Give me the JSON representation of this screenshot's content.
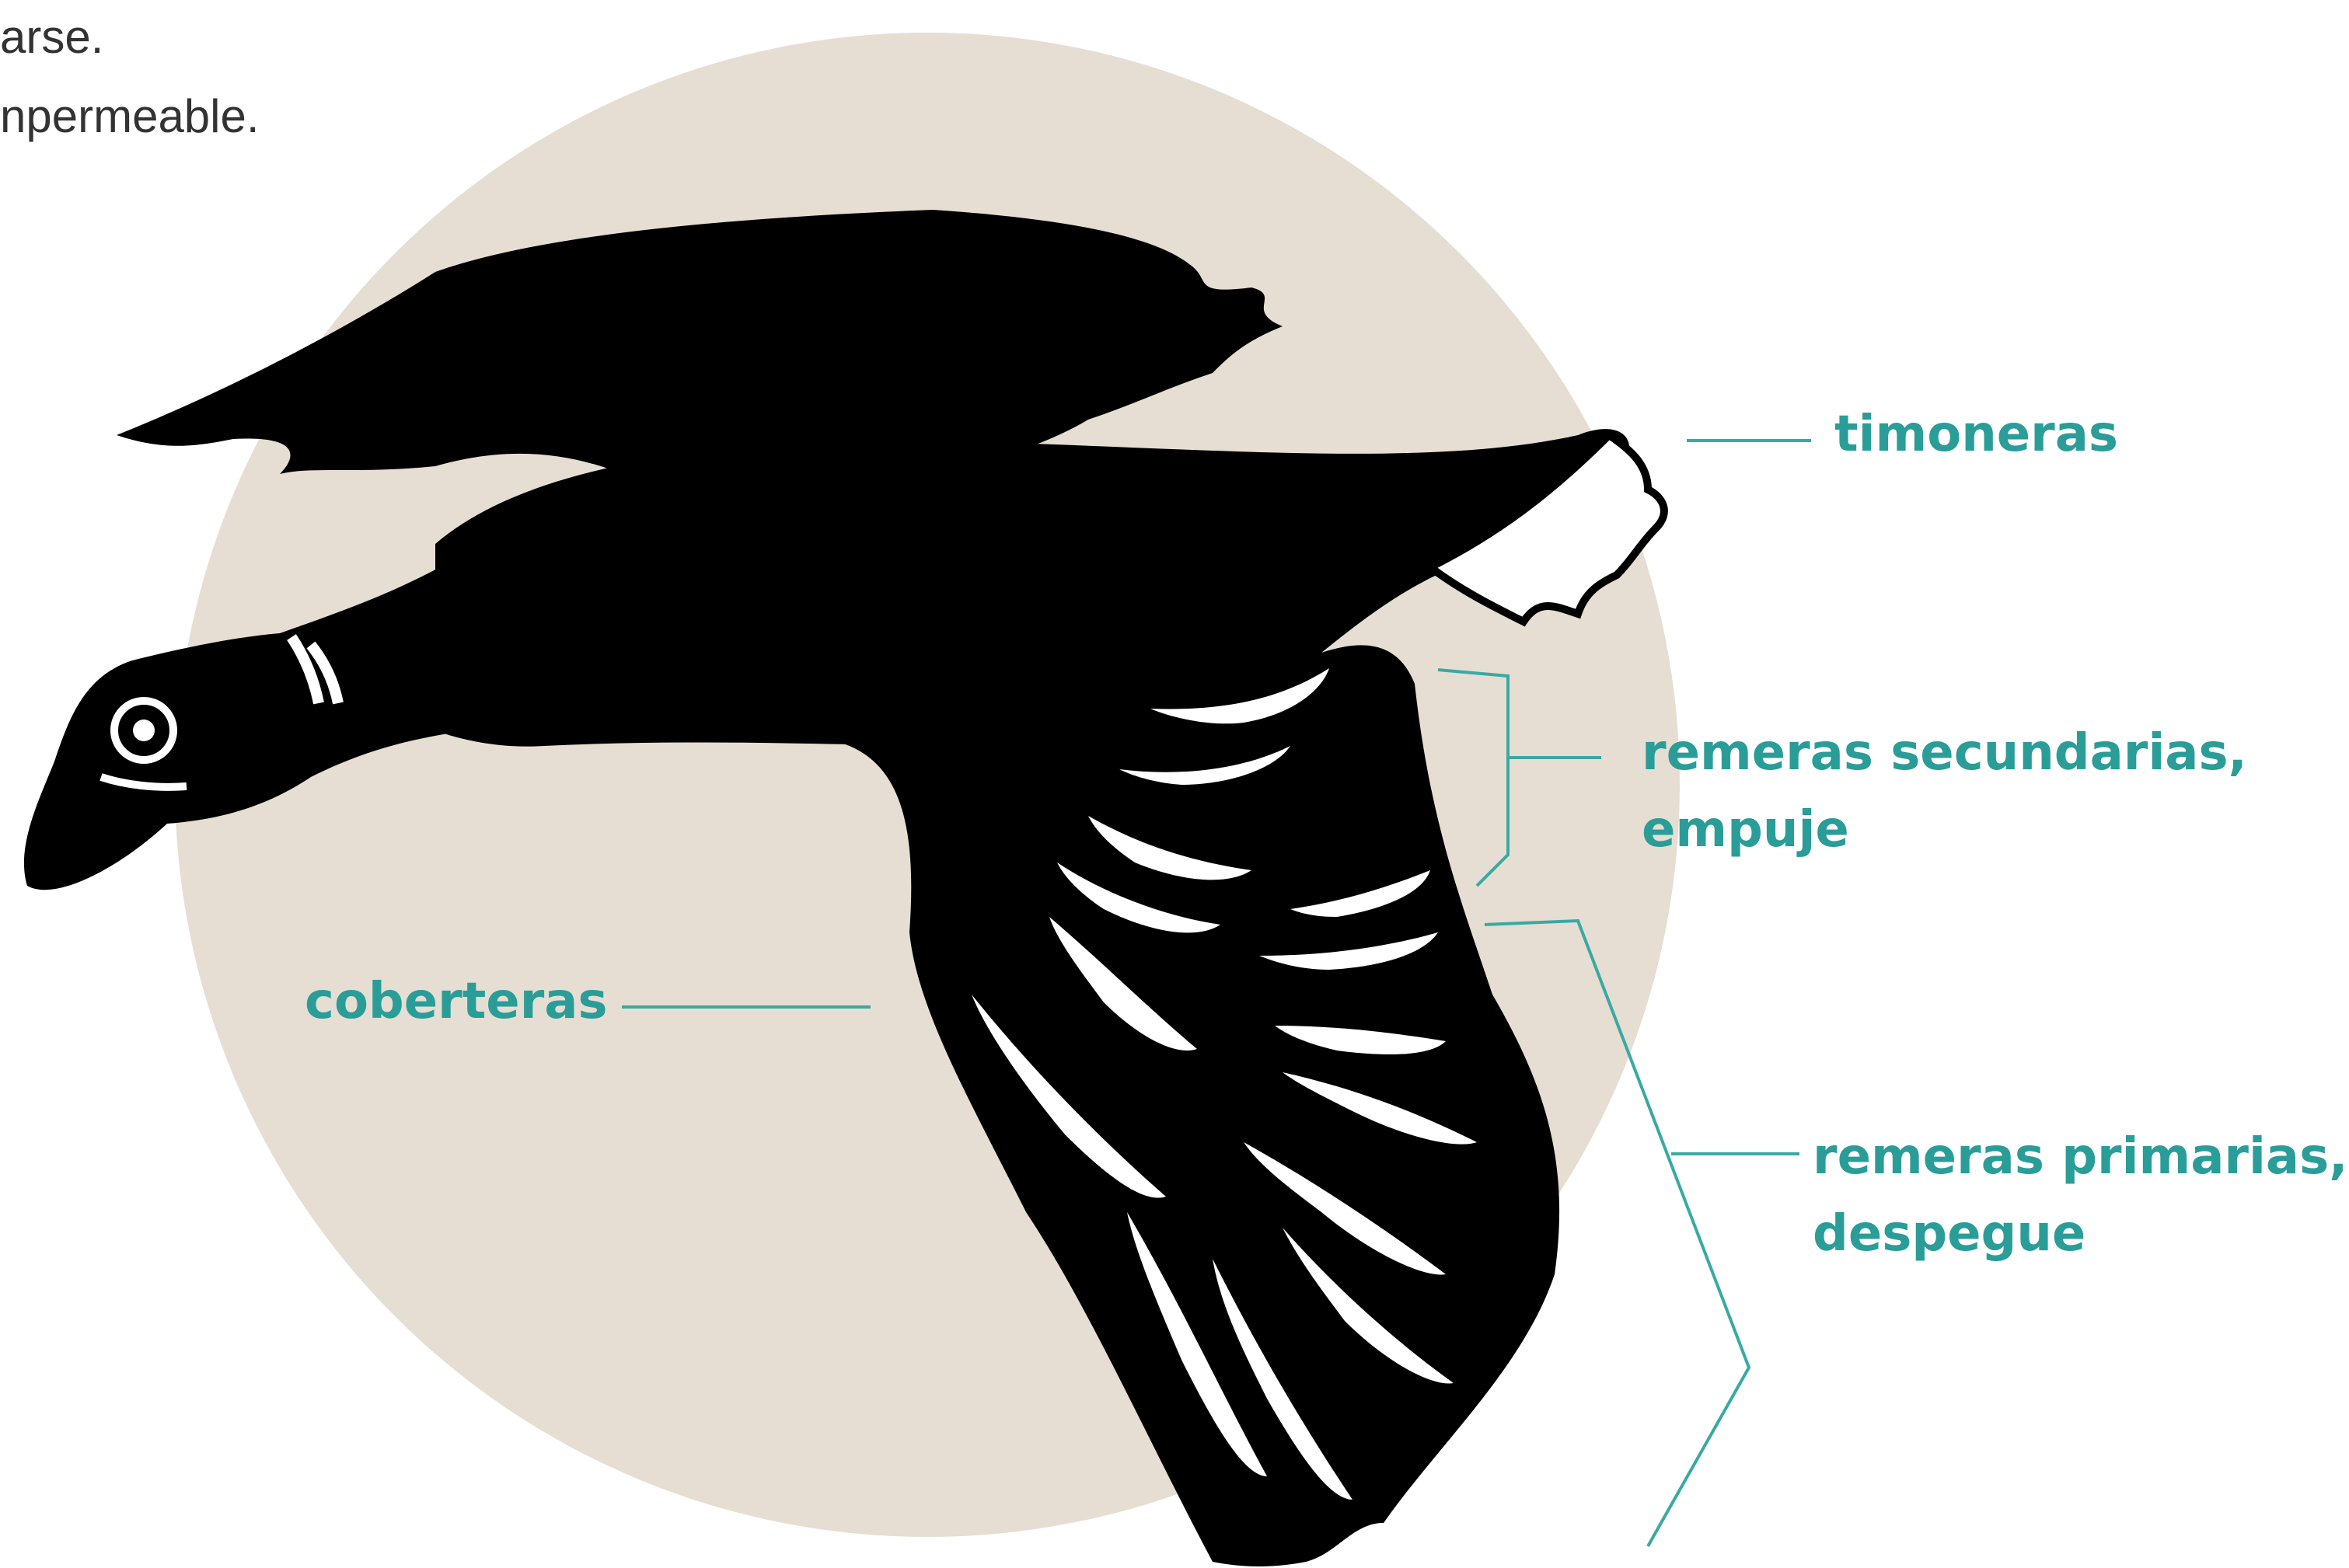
{
  "text": {
    "line1": "arse.",
    "line2": "npermeable."
  },
  "labels": {
    "timoneras": "timoneras",
    "secundarias_1": "remeras secundarias,",
    "secundarias_2": "empuje",
    "primarias_1": "remeras primarias,",
    "primarias_2": "despegue",
    "coberteras": "coberteras"
  },
  "colors": {
    "label": "#2a9d98",
    "leader": "#3aa9a3",
    "circle": "#e6ded2",
    "silhouette": "#000000",
    "feather_gap": "#ffffff"
  },
  "icons": {
    "bird": "flying-duck-silhouette-icon"
  }
}
